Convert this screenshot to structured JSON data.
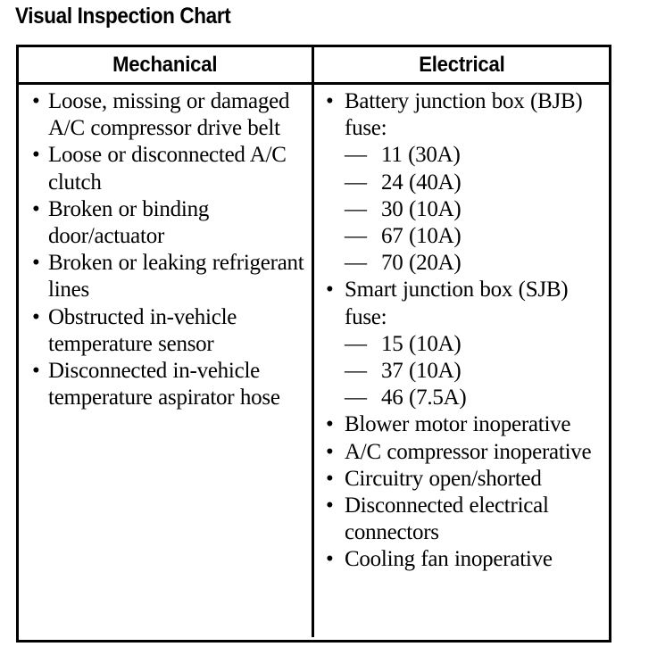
{
  "page": {
    "title": "Visual Inspection Chart",
    "background_color": "#ffffff",
    "text_color": "#000000",
    "border_color": "#000000"
  },
  "table": {
    "columns": [
      {
        "header": "Mechanical"
      },
      {
        "header": "Electrical"
      }
    ],
    "mechanical": {
      "items": [
        {
          "bullet": "•",
          "text": "Loose, missing or damaged A/C compressor drive belt"
        },
        {
          "bullet": "•",
          "text": "Loose or disconnected A/C clutch"
        },
        {
          "bullet": "•",
          "text": "Broken or binding door/actuator"
        },
        {
          "bullet": "•",
          "text": "Broken or leaking refrigerant lines"
        },
        {
          "bullet": "•",
          "text": "Obstructed in-vehicle temperature sensor"
        },
        {
          "bullet": "•",
          "text": "Disconnected in-vehicle temperature aspirator hose"
        }
      ]
    },
    "electrical": {
      "items": [
        {
          "bullet": "•",
          "text": "Battery junction box (BJB) fuse:",
          "subitems": [
            {
              "dash": "—",
              "text": "11 (30A)"
            },
            {
              "dash": "—",
              "text": "24 (40A)"
            },
            {
              "dash": "—",
              "text": "30 (10A)"
            },
            {
              "dash": "—",
              "text": "67 (10A)"
            },
            {
              "dash": "—",
              "text": "70 (20A)"
            }
          ]
        },
        {
          "bullet": "•",
          "text": "Smart junction box (SJB) fuse:",
          "subitems": [
            {
              "dash": "—",
              "text": "15 (10A)"
            },
            {
              "dash": "—",
              "text": "37 (10A)"
            },
            {
              "dash": "—",
              "text": "46 (7.5A)"
            }
          ]
        },
        {
          "bullet": "•",
          "text": "Blower motor inoperative"
        },
        {
          "bullet": "•",
          "text": "A/C compressor inoperative"
        },
        {
          "bullet": "•",
          "text": "Circuitry open/shorted"
        },
        {
          "bullet": "•",
          "text": "Disconnected electrical connectors"
        },
        {
          "bullet": "•",
          "text": "Cooling fan inoperative"
        }
      ]
    }
  }
}
